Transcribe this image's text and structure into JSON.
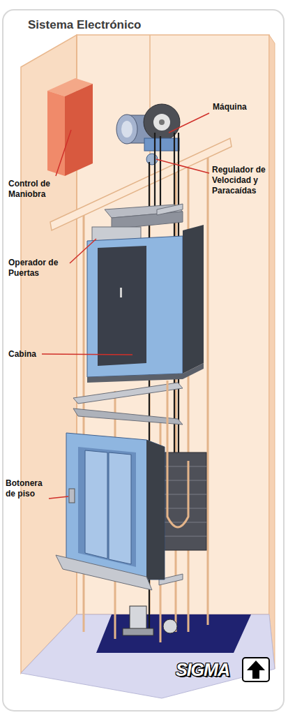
{
  "diagram": {
    "title": "Sistema Electrónico",
    "labels": [
      "Máquina",
      "Control de Maniobra",
      "Regulador de Velocidad y Paracaídas",
      "Operador de Puertas",
      "Cabina",
      "Botonera de piso",
      "SIGMA"
    ]
  }
}
